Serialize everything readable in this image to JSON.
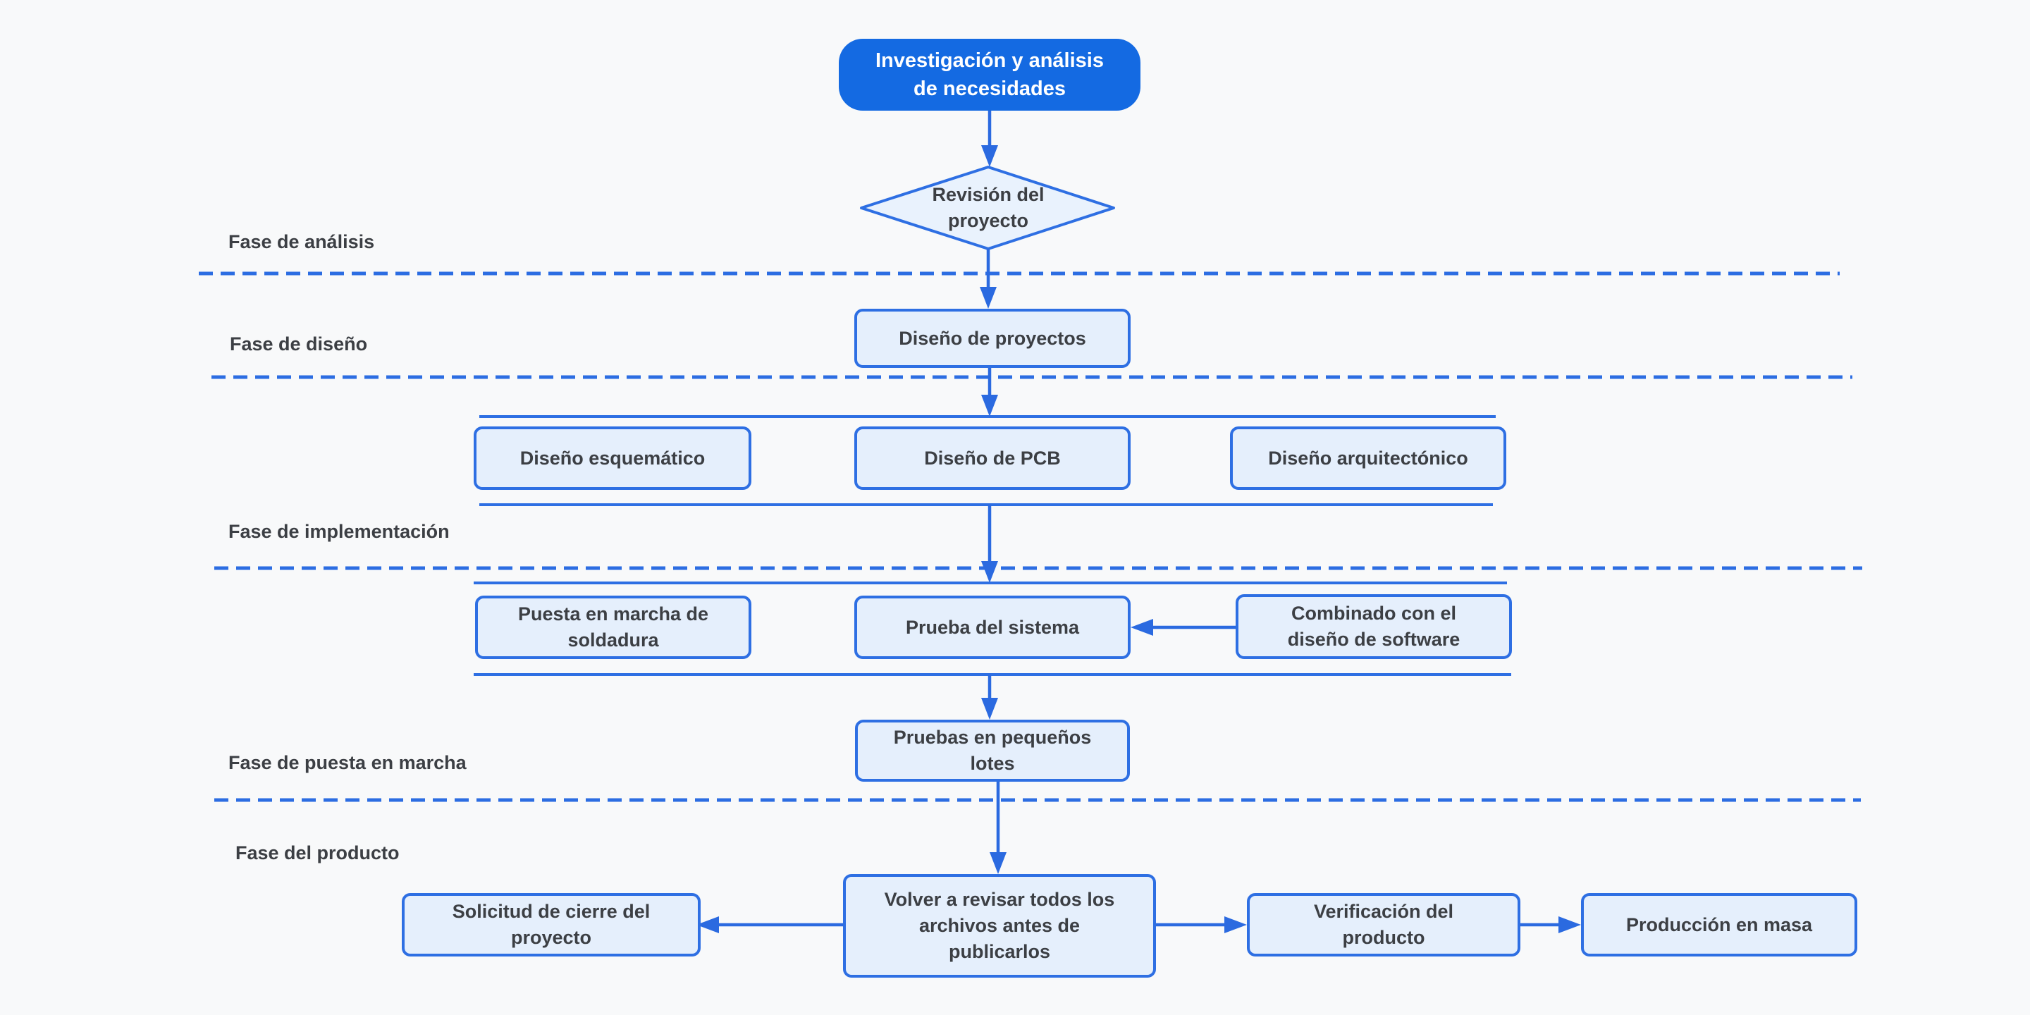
{
  "canvas": {
    "background": "#f8f9fa"
  },
  "colors": {
    "accent_blue": "#2e6fe3",
    "pill_fill": "#146ae2",
    "node_fill": "#e5effc",
    "diamond_fill": "#e9f2fd",
    "dashed_divider": "#2c6de2",
    "arrow_blue": "#2b6ae0",
    "text_dark": "#3c3f44",
    "text_light": "#ffffff"
  },
  "phases": [
    {
      "id": "analysis",
      "label": "Fase de análisis"
    },
    {
      "id": "design",
      "label": "Fase de diseño"
    },
    {
      "id": "implementation",
      "label": "Fase de implementación"
    },
    {
      "id": "commissioning",
      "label": "Fase de puesta en marcha"
    },
    {
      "id": "product",
      "label": "Fase del producto"
    }
  ],
  "nodes": {
    "start": "Investigación y análisis\nde necesidades",
    "decision": "Revisión del\nproyecto",
    "project_design": "Diseño de proyectos",
    "schematic_design": "Diseño esquemático",
    "pcb_design": "Diseño de PCB",
    "architectural_design": "Diseño arquitectónico",
    "welding_commissioning": "Puesta en marcha de\nsoldadura",
    "system_test": "Prueba del sistema",
    "software_design_combined": "Combinado con el\ndiseño de software",
    "small_batch_tests": "Pruebas en pequeños\nlotes",
    "closure_request": "Solicitud de cierre del\nproyecto",
    "review_files": "Volver a revisar todos los\narchivos antes de\npublicarlos",
    "product_verification": "Verificación del\nproducto",
    "mass_production": "Producción en masa"
  }
}
